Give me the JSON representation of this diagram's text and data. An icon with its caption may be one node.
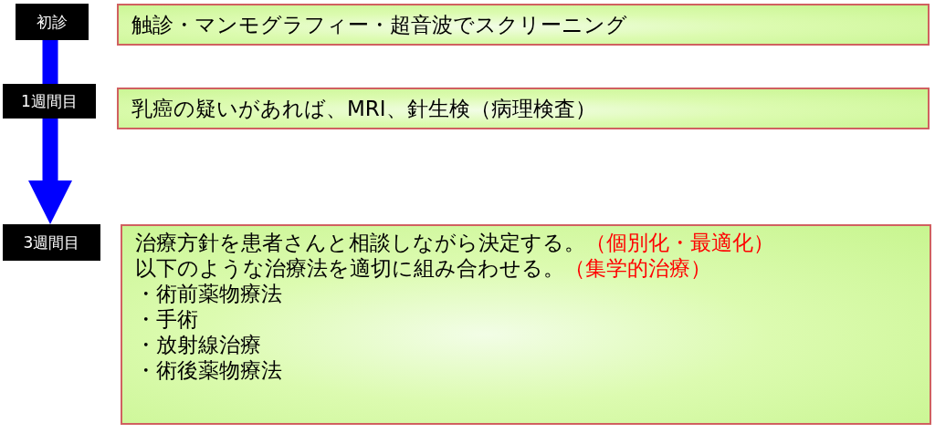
{
  "diagram": {
    "nodes": [
      {
        "text": [
          "初診"
        ]
      },
      {
        "text": [
          "触診・マンモグラフィー・超音波でスクリーニング"
        ]
      },
      {
        "text": [
          "1週間目"
        ]
      },
      {
        "text": [
          "乳癌の疑いがあれば、MRI、針生検（病理検査）"
        ]
      },
      {
        "text": [
          "3週間目"
        ]
      },
      {
        "text": [
          "治療方針を患者さんと相談しながら決定する。",
          "（個別化・最適化）",
          "以下のような治療法を適切に組み合わせる。",
          "（集学的治療）",
          "・術前薬物療法",
          "・手術",
          "・放射線治療",
          "・術後薬物療法"
        ]
      }
    ],
    "edges": [
      {
        "from": 0,
        "to": 2,
        "arrow": "none"
      },
      {
        "from": 2,
        "to": 4,
        "arrow": "to"
      }
    ]
  }
}
